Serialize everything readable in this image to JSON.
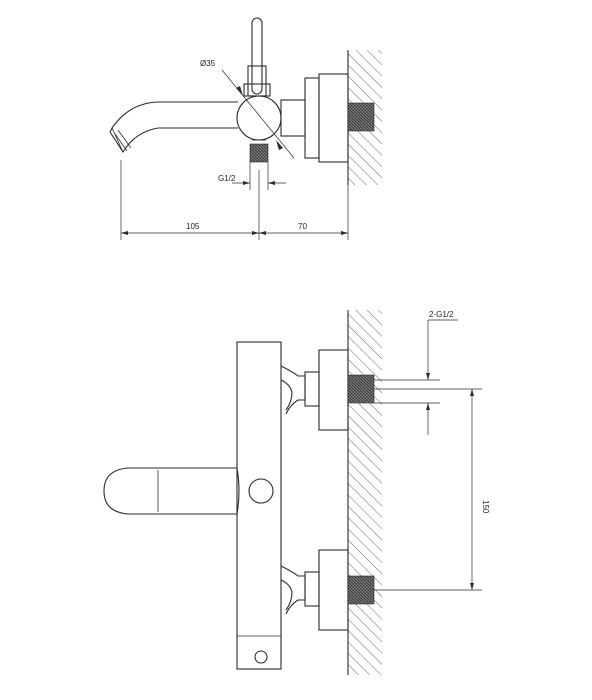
{
  "top_view": {
    "diameter_label": "Ø35",
    "thread_label": "G1/2",
    "dim_spout": "105",
    "dim_body": "70"
  },
  "front_view": {
    "thread_label": "2-G1/2",
    "dim_spacing": "150"
  }
}
